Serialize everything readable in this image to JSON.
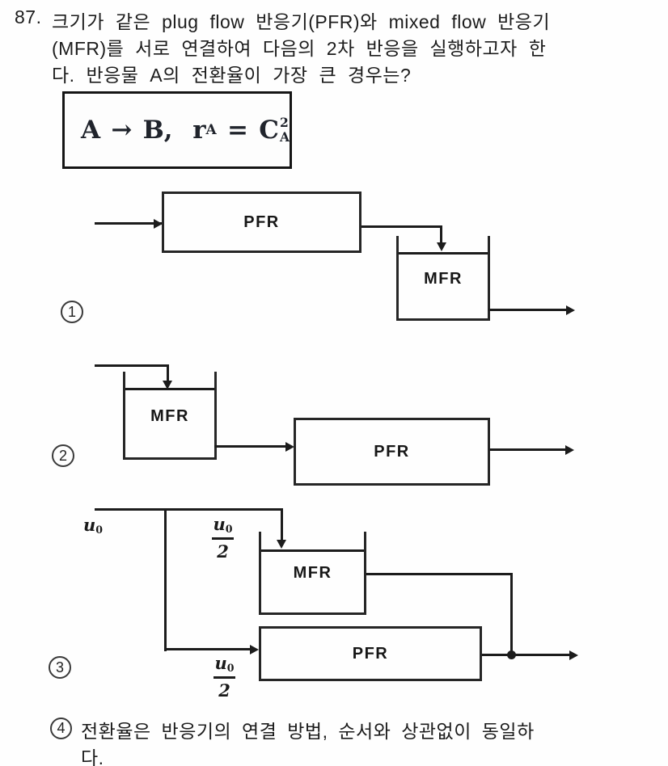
{
  "colors": {
    "ink": "#1c1c1c",
    "paper": "#fefefe"
  },
  "question": {
    "number": "87.",
    "lines": [
      "크기가 같은 plug flow 반응기(PFR)와 mixed flow 반응기",
      "(MFR)를 서로 연결하여 다음의 2차 반응을 실행하고자 한",
      "다. 반응물 A의 전환율이 가장 큰 경우는?"
    ]
  },
  "formula": {
    "reactant": "A",
    "arrow": "→",
    "product": "B,",
    "rate_base": "r",
    "rate_sub": "A",
    "equals": "=",
    "conc_base": "C",
    "conc_sup": "2",
    "conc_sub": "A"
  },
  "diagram1": {
    "marker": "1",
    "pfr_label": "PFR",
    "mfr_label": "MFR"
  },
  "diagram2": {
    "marker": "2",
    "mfr_label": "MFR",
    "pfr_label": "PFR"
  },
  "diagram3": {
    "marker": "3",
    "mfr_label": "MFR",
    "pfr_label": "PFR",
    "feed_base": "u",
    "feed_sub": "0",
    "top_split": {
      "num_base": "u",
      "num_sub": "0",
      "den": "2"
    },
    "bottom_split": {
      "num_base": "u",
      "num_sub": "0",
      "den": "2"
    }
  },
  "option4": {
    "marker": "4",
    "lines": [
      "전환율은 반응기의 연결 방법, 순서와 상관없이 동일하",
      "다."
    ]
  }
}
